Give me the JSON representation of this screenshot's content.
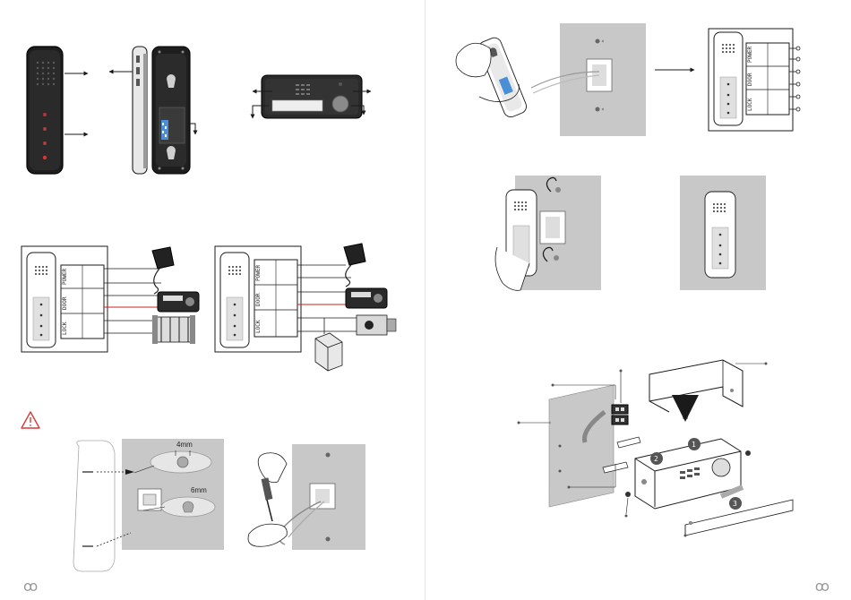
{
  "left_page": {
    "dimension_4mm": "4mm",
    "dimension_6mm": "6mm",
    "wiring_diagram_a": {
      "labels": [
        "POWER",
        "DOOR",
        "LOCK"
      ],
      "devices": [
        "power-adapter",
        "door-station",
        "gate-lock"
      ]
    },
    "wiring_diagram_b": {
      "labels": [
        "POWER",
        "DOOR",
        "LOCK"
      ],
      "devices": [
        "power-adapter",
        "door-station",
        "electric-strike",
        "din-relay"
      ]
    },
    "warning_icon": "warning-triangle-icon"
  },
  "right_page": {
    "terminal_labels": [
      "POWER",
      "DOOR",
      "LOCK"
    ],
    "step_numbers": [
      "1",
      "2",
      "3"
    ]
  },
  "ornament": "ꝏ",
  "colors": {
    "line": "#1a1a1a",
    "device_dark": "#1e1e1e",
    "wall_grey": "#c8c8c8",
    "wire_red": "#cc2222",
    "warning_red": "#d63a3a",
    "dip_blue": "#4a8fd6"
  }
}
